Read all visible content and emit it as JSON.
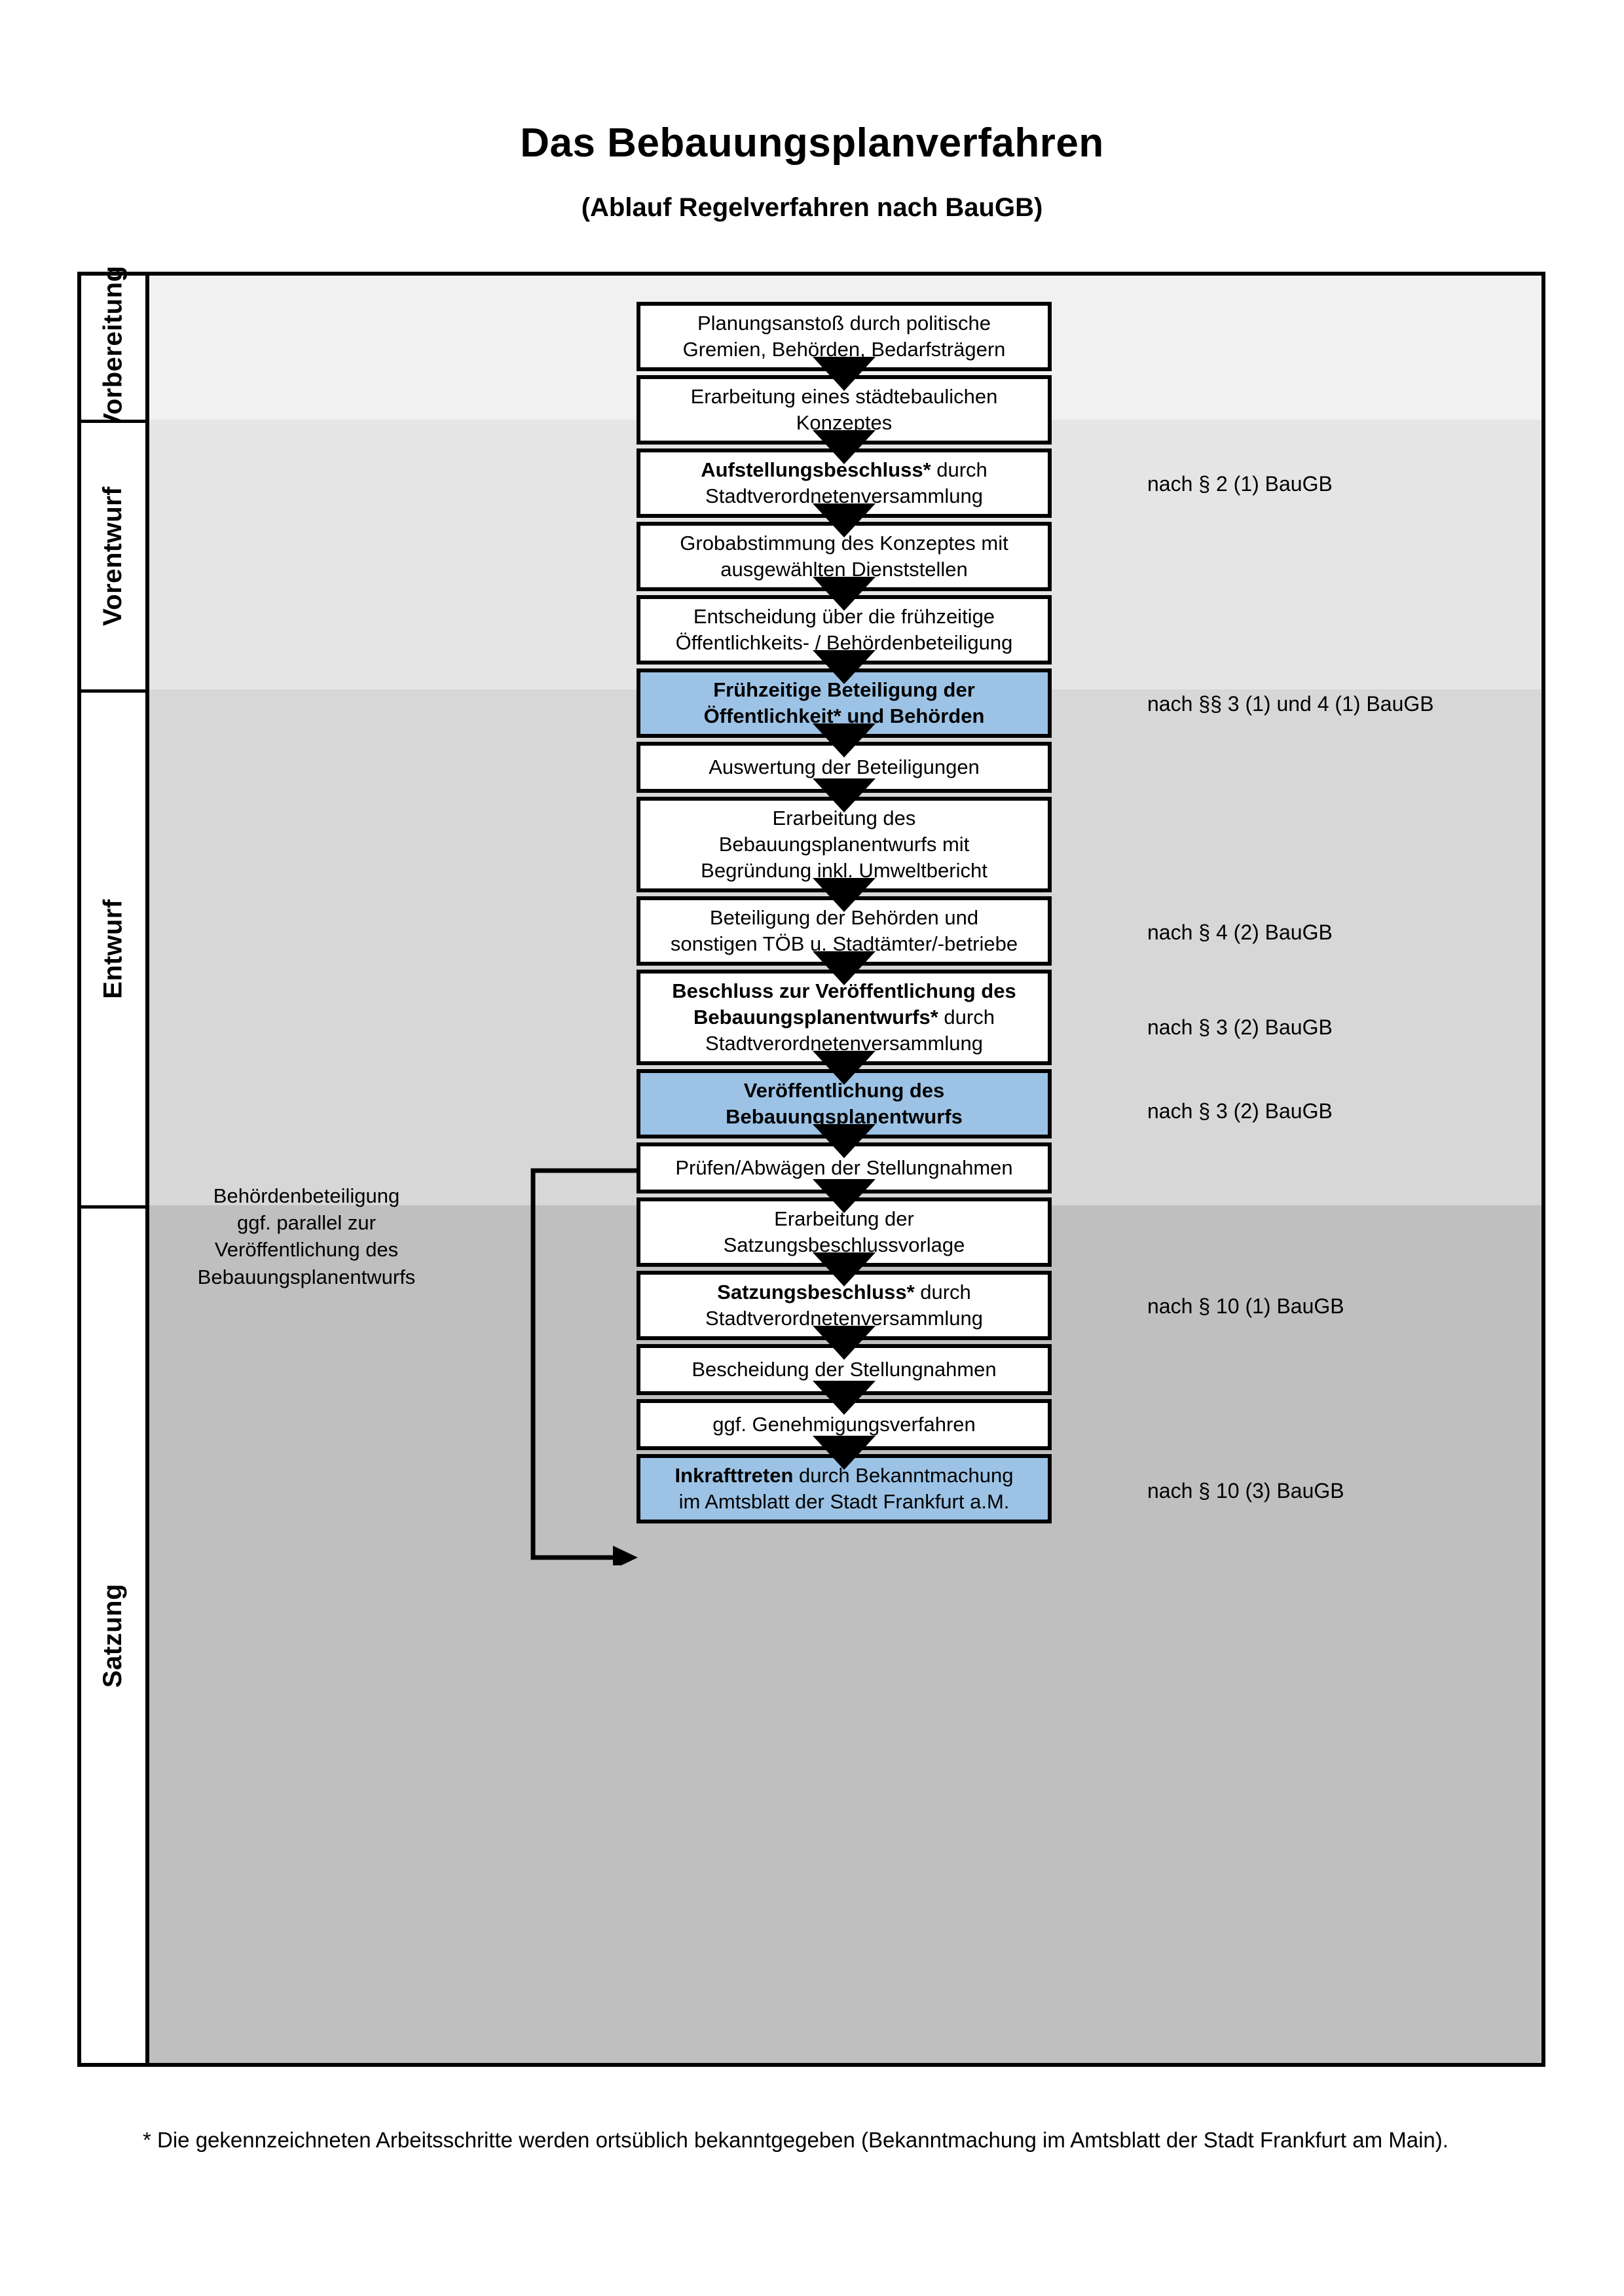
{
  "header": {
    "title": "Das Bebauungsplanverfahren",
    "subtitle": "(Ablauf Regelverfahren nach BauGB)"
  },
  "phases": [
    {
      "label": "Vorbereitung",
      "band_color": "#F1F1F1"
    },
    {
      "label": "Vorentwurf",
      "band_color": "#E5E5E5"
    },
    {
      "label": "Entwurf",
      "band_color": "#D7D7D7"
    },
    {
      "label": "Satzung",
      "band_color": "#BFBFBF"
    }
  ],
  "steps": [
    {
      "id": "planungsanstoss",
      "line1": "Planungsanstoß durch politische",
      "line2": "Gremien, Behörden, Bedarfsträgern",
      "line3": "",
      "bold_prefix": "",
      "highlight": false
    },
    {
      "id": "staedtebau-konzept",
      "line1": "Erarbeitung eines städtebaulichen",
      "line2": "Konzeptes",
      "line3": "",
      "bold_prefix": "",
      "highlight": false
    },
    {
      "id": "aufstellungsbeschluss",
      "line1": "",
      "line2": "Stadtverordnetenversammlung",
      "line3": "",
      "bold_prefix": "Aufstellungsbeschluss*",
      "after_bold": " durch",
      "highlight": false
    },
    {
      "id": "grobabstimmung",
      "line1": "Grobabstimmung des Konzeptes mit",
      "line2": "ausgewählten Dienststellen",
      "line3": "",
      "bold_prefix": "",
      "highlight": false
    },
    {
      "id": "entscheidung-beteiligung",
      "line1": "Entscheidung über die frühzeitige",
      "line2": "Öffentlichkeits- / Behördenbeteiligung",
      "line3": "",
      "bold_prefix": "",
      "highlight": false
    },
    {
      "id": "fruehzeitige-beteiligung",
      "line1": "Frühzeitige Beteiligung der",
      "line2": "Öffentlichkeit* und Behörden",
      "line3": "",
      "bold_prefix": "",
      "highlight": true,
      "all_bold": true
    },
    {
      "id": "auswertung",
      "line1": "Auswertung der Beteiligungen",
      "line2": "",
      "line3": "",
      "bold_prefix": "",
      "highlight": false
    },
    {
      "id": "erarbeitung-entwurf",
      "line1": "Erarbeitung des",
      "line2": "Bebauungsplanentwurfs mit",
      "line3": "Begründung inkl. Umweltbericht",
      "bold_prefix": "",
      "highlight": false
    },
    {
      "id": "beteiligung-behoerden",
      "line1": "Beteiligung der Behörden und",
      "line2": "sonstigen TÖB u. Stadtämter/-betriebe",
      "line3": "",
      "bold_prefix": "",
      "highlight": false
    },
    {
      "id": "beschluss-veroeffentlichung",
      "line1": "Beschluss zur Veröffentlichung des",
      "line2": "",
      "line3": "Stadtverordnetenversammlung",
      "bold_prefix": "Bebauungsplanentwurfs*",
      "after_bold": " durch",
      "bold_line1": true,
      "highlight": false
    },
    {
      "id": "veroeffentlichung",
      "line1": "Veröffentlichung des",
      "line2": "Bebauungsplanentwurfs",
      "line3": "",
      "bold_prefix": "",
      "highlight": true,
      "all_bold": true
    },
    {
      "id": "pruefen-abwaegen",
      "line1": "Prüfen/Abwägen der Stellungnahmen",
      "line2": "",
      "line3": "",
      "bold_prefix": "",
      "highlight": false
    },
    {
      "id": "satzungsvorlage",
      "line1": "Erarbeitung der",
      "line2": "Satzungsbeschlussvorlage",
      "line3": "",
      "bold_prefix": "",
      "highlight": false
    },
    {
      "id": "satzungsbeschluss",
      "line1": "",
      "line2": "Stadtverordnetenversammlung",
      "line3": "",
      "bold_prefix": "Satzungsbeschluss*",
      "after_bold": " durch",
      "highlight": false
    },
    {
      "id": "bescheidung",
      "line1": "Bescheidung der Stellungnahmen",
      "line2": "",
      "line3": "",
      "bold_prefix": "",
      "highlight": false
    },
    {
      "id": "genehmigungsverfahren",
      "line1": "ggf. Genehmigungsverfahren",
      "line2": "",
      "line3": "",
      "bold_prefix": "",
      "highlight": false
    },
    {
      "id": "inkrafttreten",
      "line1": "",
      "line2": "im Amtsblatt der Stadt Frankfurt a.M.",
      "line3": "",
      "bold_prefix": "Inkrafttreten",
      "after_bold": " durch Bekanntmachung",
      "highlight": true
    }
  ],
  "legal_refs": [
    {
      "id": "ref-par2",
      "text": "nach § 2 (1) BauGB"
    },
    {
      "id": "ref-par3-4",
      "text": "nach §§ 3 (1) und 4 (1) BauGB"
    },
    {
      "id": "ref-par4-2",
      "text": "nach § 4 (2) BauGB"
    },
    {
      "id": "ref-par3-2a",
      "text": "nach § 3 (2) BauGB"
    },
    {
      "id": "ref-par3-2b",
      "text": "nach § 3 (2) BauGB"
    },
    {
      "id": "ref-par10-1",
      "text": "nach § 10 (1) BauGB"
    },
    {
      "id": "ref-par10-3",
      "text": "nach § 10 (3) BauGB"
    }
  ],
  "side_note": {
    "line1": "Behördenbeteiligung",
    "line2": "ggf. parallel zur",
    "line3": "Veröffentlichung des",
    "line4": "Bebauungsplanentwurfs"
  },
  "footnote": {
    "text": "* Die gekennzeichneten Arbeitsschritte werden ortsüblich bekanntgegeben (Bekanntmachung im Amtsblatt  der Stadt Frankfurt am Main)."
  },
  "colors": {
    "highlight_blue": "#9CC3E5",
    "frame_black": "#000000"
  }
}
